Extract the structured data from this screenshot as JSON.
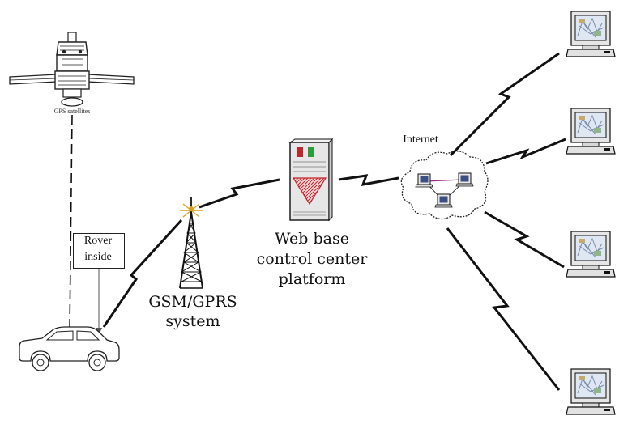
{
  "labels": {
    "satellite": "GPS satellites",
    "rover_line1": "Rover",
    "rover_line2": "inside",
    "gsm_line1": "GSM/GPRS",
    "gsm_line2": "system",
    "web_line1": "Web base",
    "web_line2": "control center",
    "web_line3": "platform",
    "internet": "Internet"
  },
  "colors": {
    "line": "#111111",
    "server_red": "#c0262c",
    "server_green": "#2e9a3a",
    "screen_blue": "#9fb5d6",
    "antenna_accent": "#d9a01e"
  }
}
